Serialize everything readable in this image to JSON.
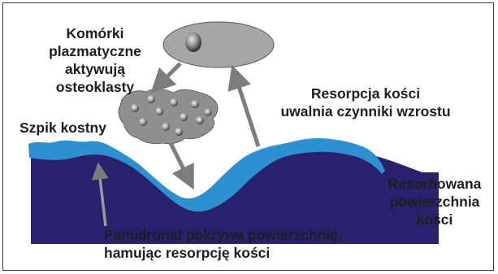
{
  "labels": {
    "plasma_cells": [
      "Komórki",
      "plazmatyczne",
      "aktywują",
      "osteoklasty"
    ],
    "growth_factors": [
      "Resorpcja kości",
      "uwalnia czynniki wzrostu"
    ],
    "bone_marrow": "Szpik kostny",
    "resorbed_surface": [
      "Resorbowana",
      "powierzchnia",
      "kości"
    ],
    "pamidronate": [
      "Pamidronat pokrywa powierzchnię,",
      "hamując resorpcję kości"
    ]
  },
  "colors": {
    "bone": "#27216e",
    "surface": "#2e8fd1",
    "cell_gray": "#9e9e9e",
    "osteoclast": "#8f8f8f",
    "arrow": "#7d7d7d",
    "text": "#1e1e1e"
  }
}
